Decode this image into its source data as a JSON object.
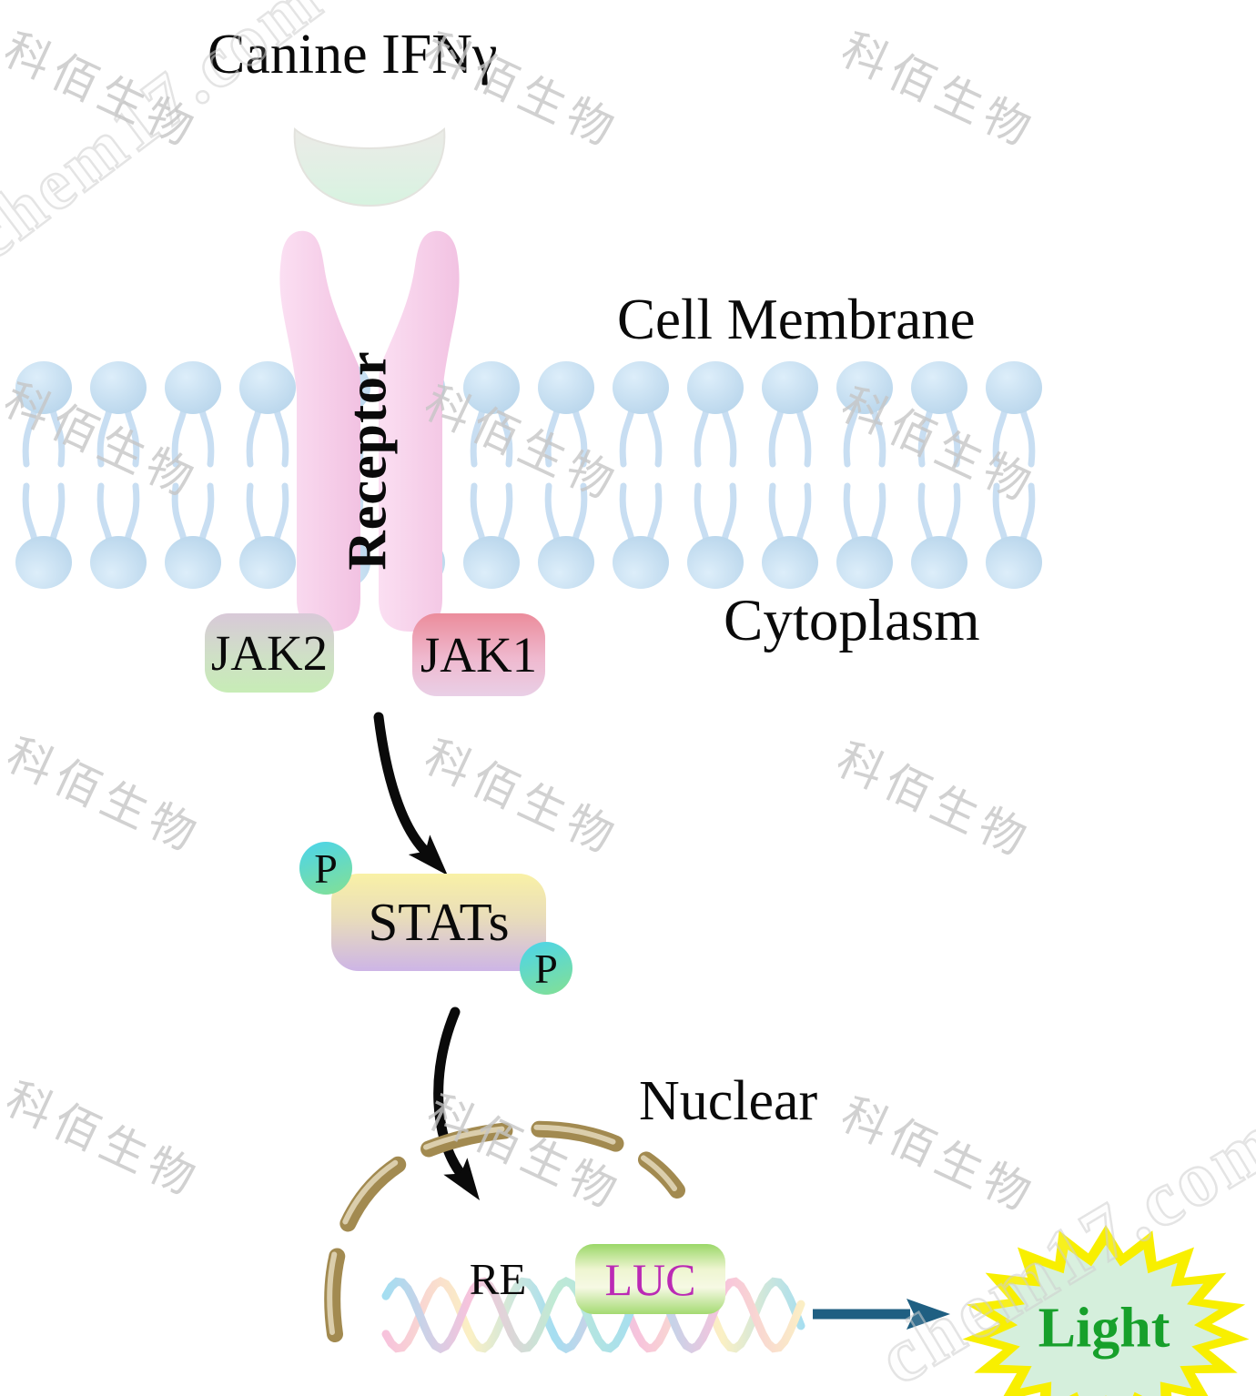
{
  "diagram": {
    "title": "Canine IFNγ",
    "cell_membrane_label": "Cell Membrane",
    "cytoplasm_label": "Cytoplasm",
    "receptor_label": "Receptor",
    "kinases": [
      {
        "label": "JAK2"
      },
      {
        "label": "JAK1"
      }
    ],
    "stats_label": "STATs",
    "phosphate_label": "P",
    "nuclear_label": "Nuclear",
    "reporter": [
      {
        "label": "RE"
      },
      {
        "label": "LUC"
      }
    ],
    "light_label": "Light"
  },
  "watermarks": {
    "cn": "科佰生物",
    "en": "chem17.com"
  },
  "icons": {
    "ligand": "ifn-gamma-ligand",
    "receptor": "transmembrane-receptor",
    "membrane": "phospholipid-bilayer",
    "nucleus": "nuclear-envelope-dashed-arc",
    "dna": "dna-double-helix",
    "burst": "light-starburst"
  },
  "colors": {
    "membrane_lipid": "#bcd8ee",
    "receptor_pink": "#f6cde8",
    "ligand_green": "#dcf2e2",
    "jak2_top": "#d8c9d8",
    "jak2_bottom": "#c7ecb6",
    "jak1_top": "#eb8c9b",
    "jak1_bottom": "#e9cfe6",
    "stats_top": "#f9f1a6",
    "stats_bottom": "#cdb5e6",
    "phosphate_cyan": "#4fd5e5",
    "phosphate_green": "#7fdf9a",
    "nuclear_envelope": "#a28a50",
    "re_top": "#bce8d5",
    "re_bottom": "#f4d7eb",
    "luc_green": "#9bd768",
    "luc_text": "#bb2ab5",
    "starburst_yellow": "#f8ef00",
    "starburst_fill": "#d5efdc",
    "light_text": "#17a02b",
    "signal_arrow": "#000000",
    "output_arrow": "#1f5f82",
    "watermark_gray": "#c6c6c6"
  }
}
